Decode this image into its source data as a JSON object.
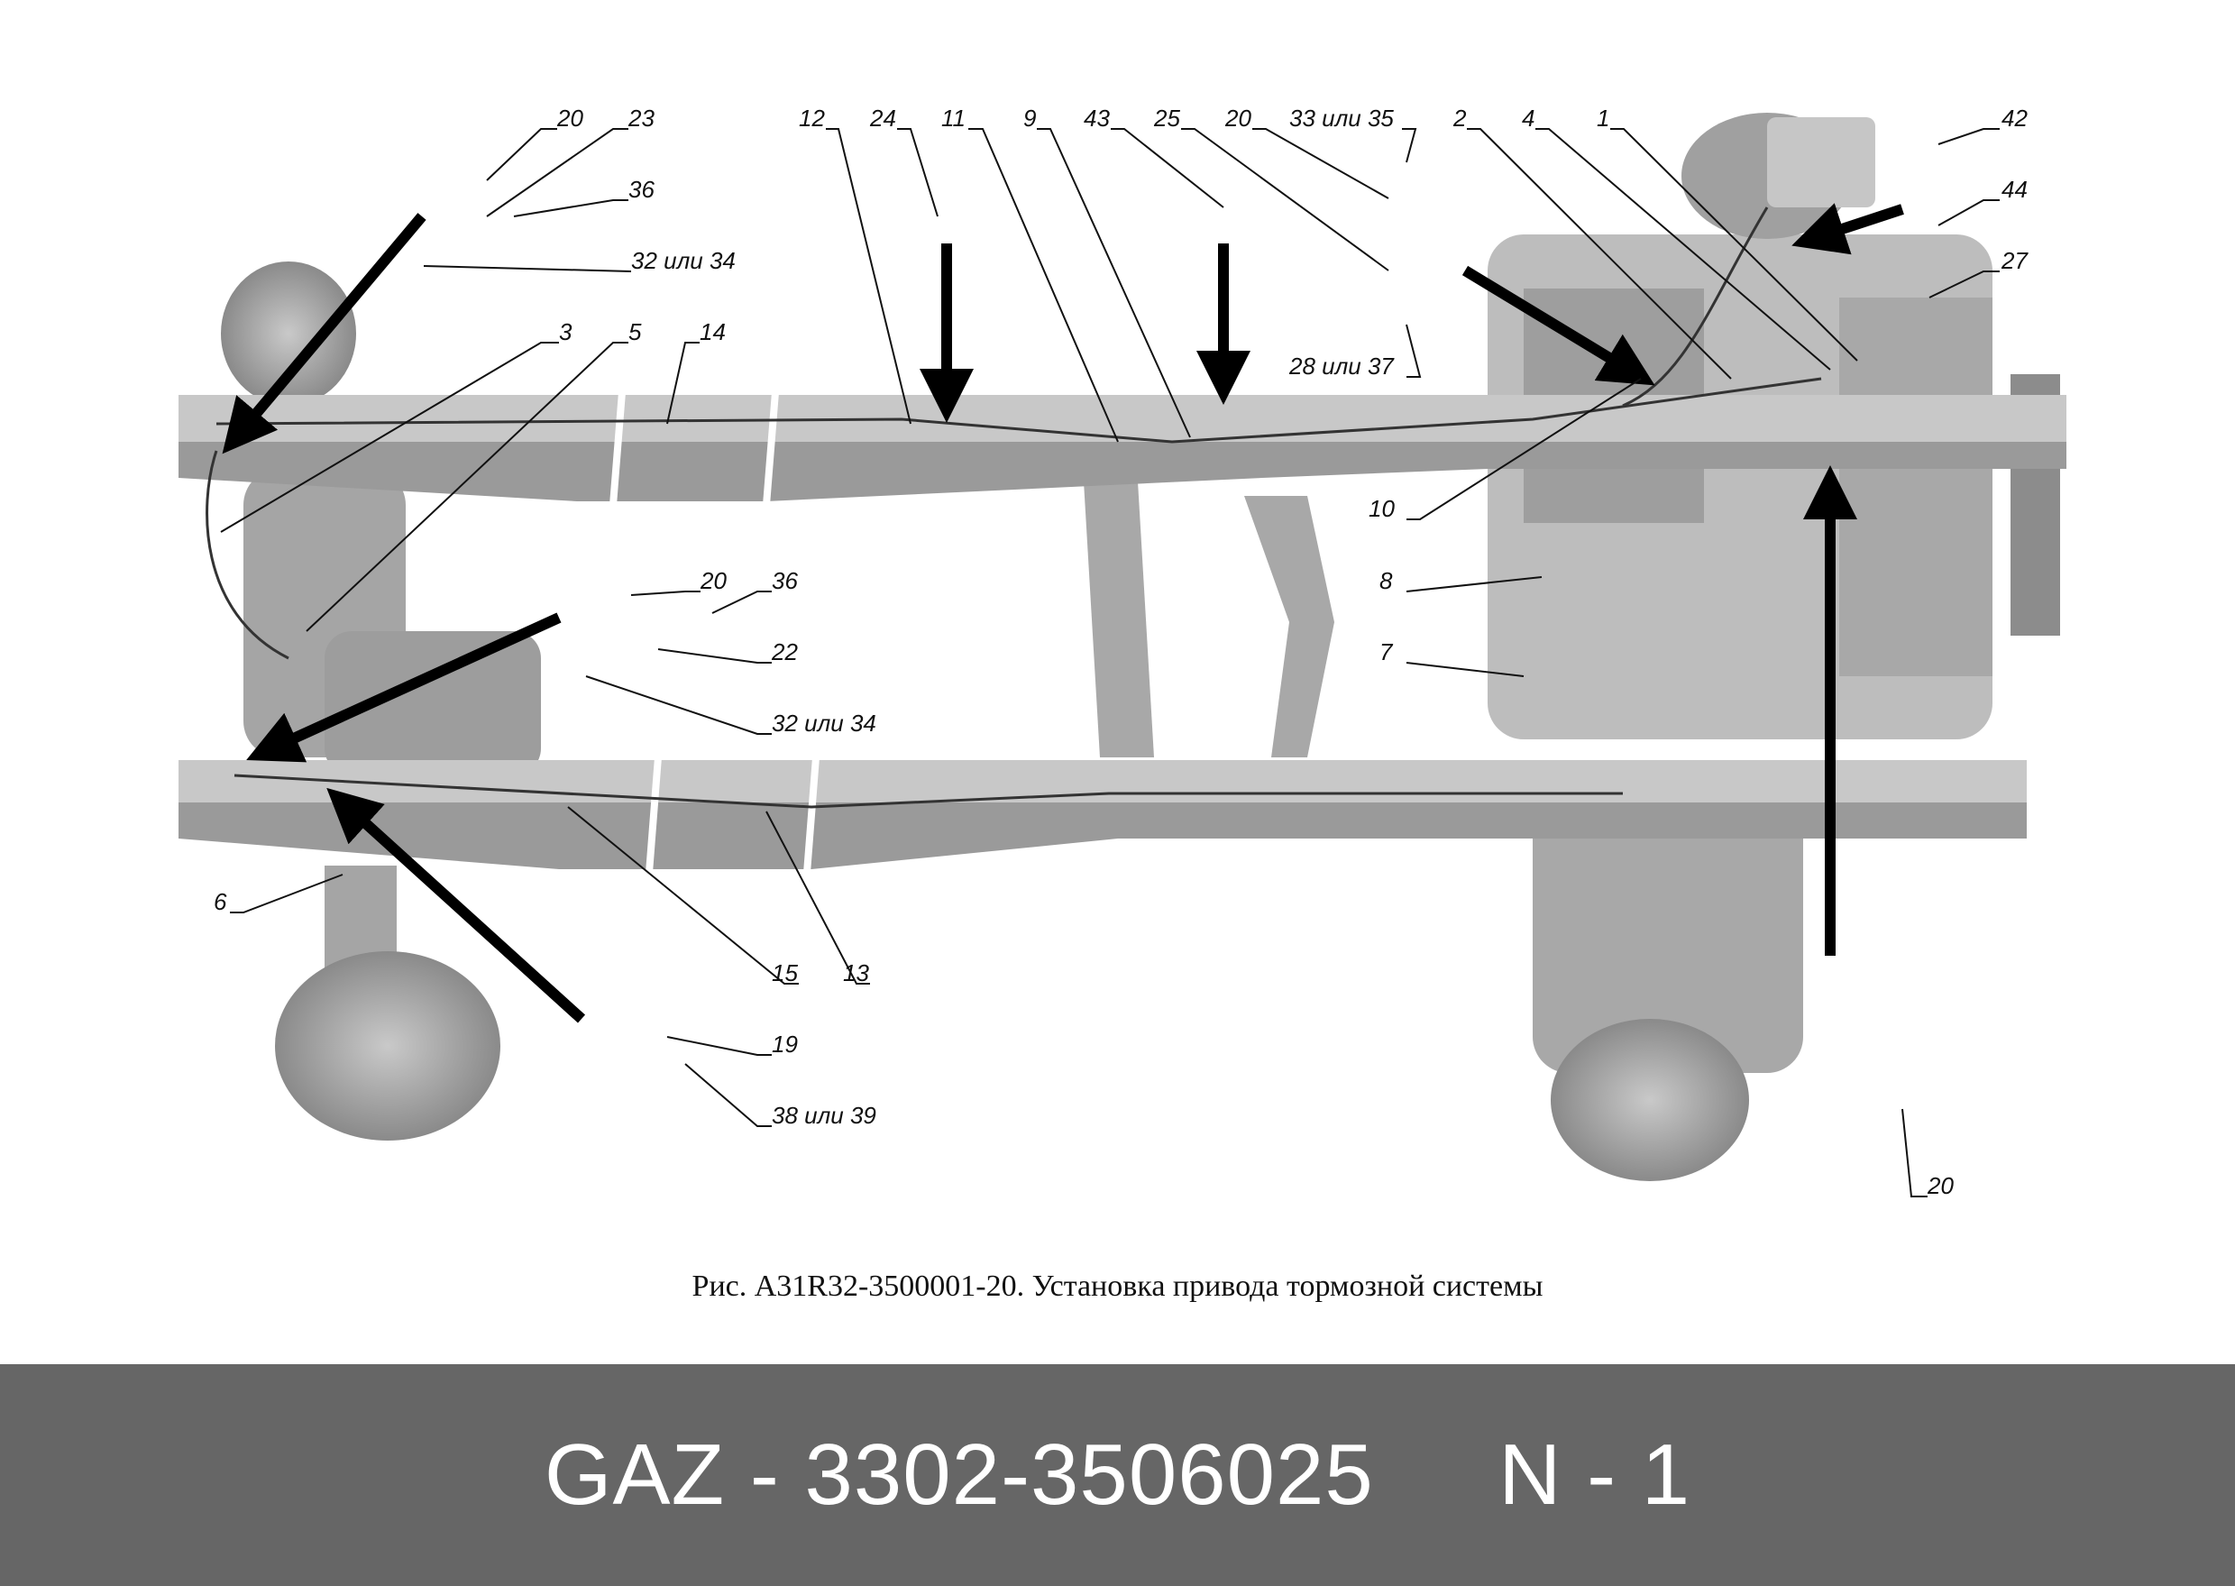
{
  "figure": {
    "caption": "Рис. А31R32-3500001-20. Установка привода тормозной системы",
    "callouts": [
      "20",
      "23",
      "36",
      "32 или 34",
      "3",
      "5",
      "14",
      "12",
      "24",
      "11",
      "9",
      "43",
      "25",
      "20",
      "33 или 35",
      "2",
      "4",
      "1",
      "42",
      "44",
      "27",
      "28 или 37",
      "10",
      "8",
      "7",
      "20",
      "36",
      "22",
      "32 или 34",
      "6",
      "15",
      "13",
      "19",
      "38 или 39",
      "20"
    ]
  },
  "banner": {
    "text": "GAZ - 3302-3506025     N - 1",
    "background": "#666666"
  }
}
